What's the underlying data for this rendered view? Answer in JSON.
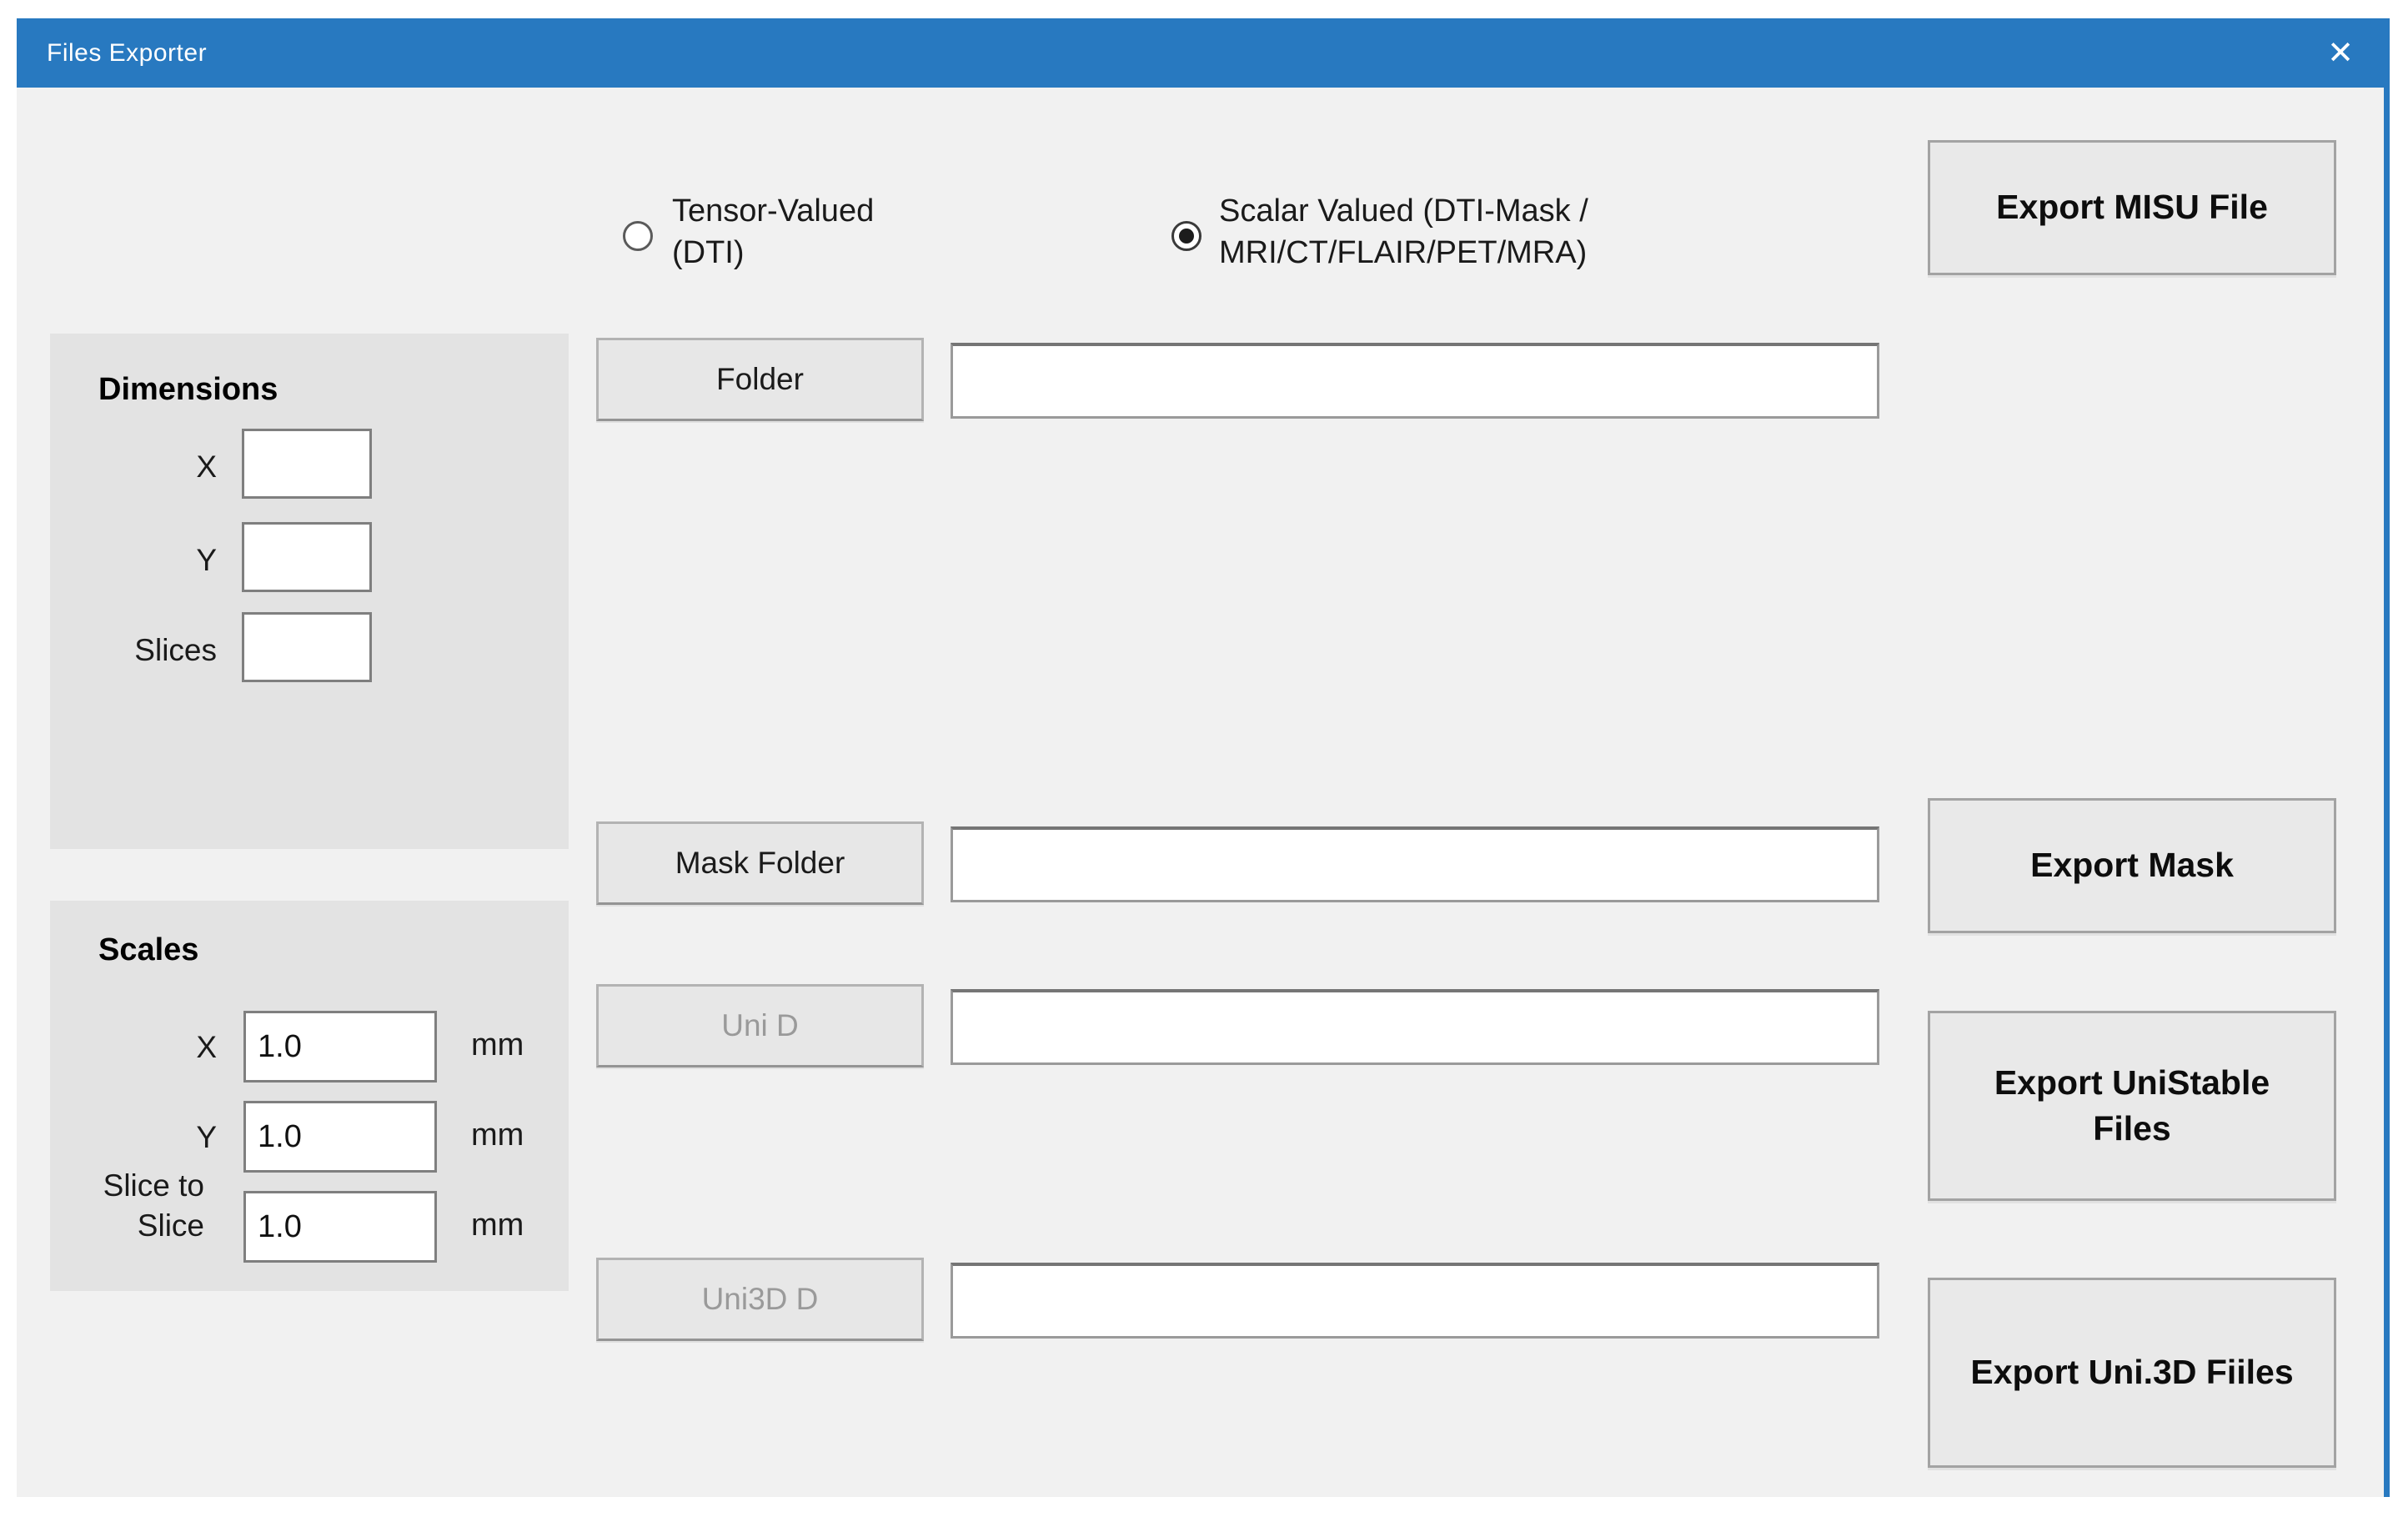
{
  "window": {
    "title": "Files Exporter",
    "close_icon": "✕"
  },
  "radios": [
    {
      "line1": "Tensor-Valued",
      "line2": "(DTI)",
      "selected": false
    },
    {
      "line1": "Scalar Valued (DTI-Mask /",
      "line2": "MRI/CT/FLAIR/PET/MRA)",
      "selected": true
    }
  ],
  "dimensions": {
    "title": "Dimensions",
    "fields": [
      {
        "label": "X",
        "value": ""
      },
      {
        "label": "Y",
        "value": ""
      },
      {
        "label": "Slices",
        "value": ""
      }
    ]
  },
  "scales": {
    "title": "Scales",
    "fields": [
      {
        "label": "X",
        "value": "1.0",
        "unit": "mm"
      },
      {
        "label": "Y",
        "value": "1.0",
        "unit": "mm"
      },
      {
        "label": "Slice to Slice",
        "value": "1.0",
        "unit": "mm"
      }
    ]
  },
  "rows": [
    {
      "button": "Folder",
      "value": "",
      "disabled": false
    },
    {
      "button": "Mask Folder",
      "value": "",
      "disabled": false
    },
    {
      "button": "Uni D",
      "value": "",
      "disabled": true
    },
    {
      "button": "Uni3D D",
      "value": "",
      "disabled": true
    }
  ],
  "export_buttons": {
    "misu": "Export MISU File",
    "mask": "Export Mask",
    "unistable": "Export UniStable Files",
    "uni3d": "Export Uni.3D Fiiles"
  },
  "colors": {
    "titlebar": "#2879c0",
    "content_bg": "#f1f1f1",
    "panel_bg": "#e3e3e3"
  }
}
